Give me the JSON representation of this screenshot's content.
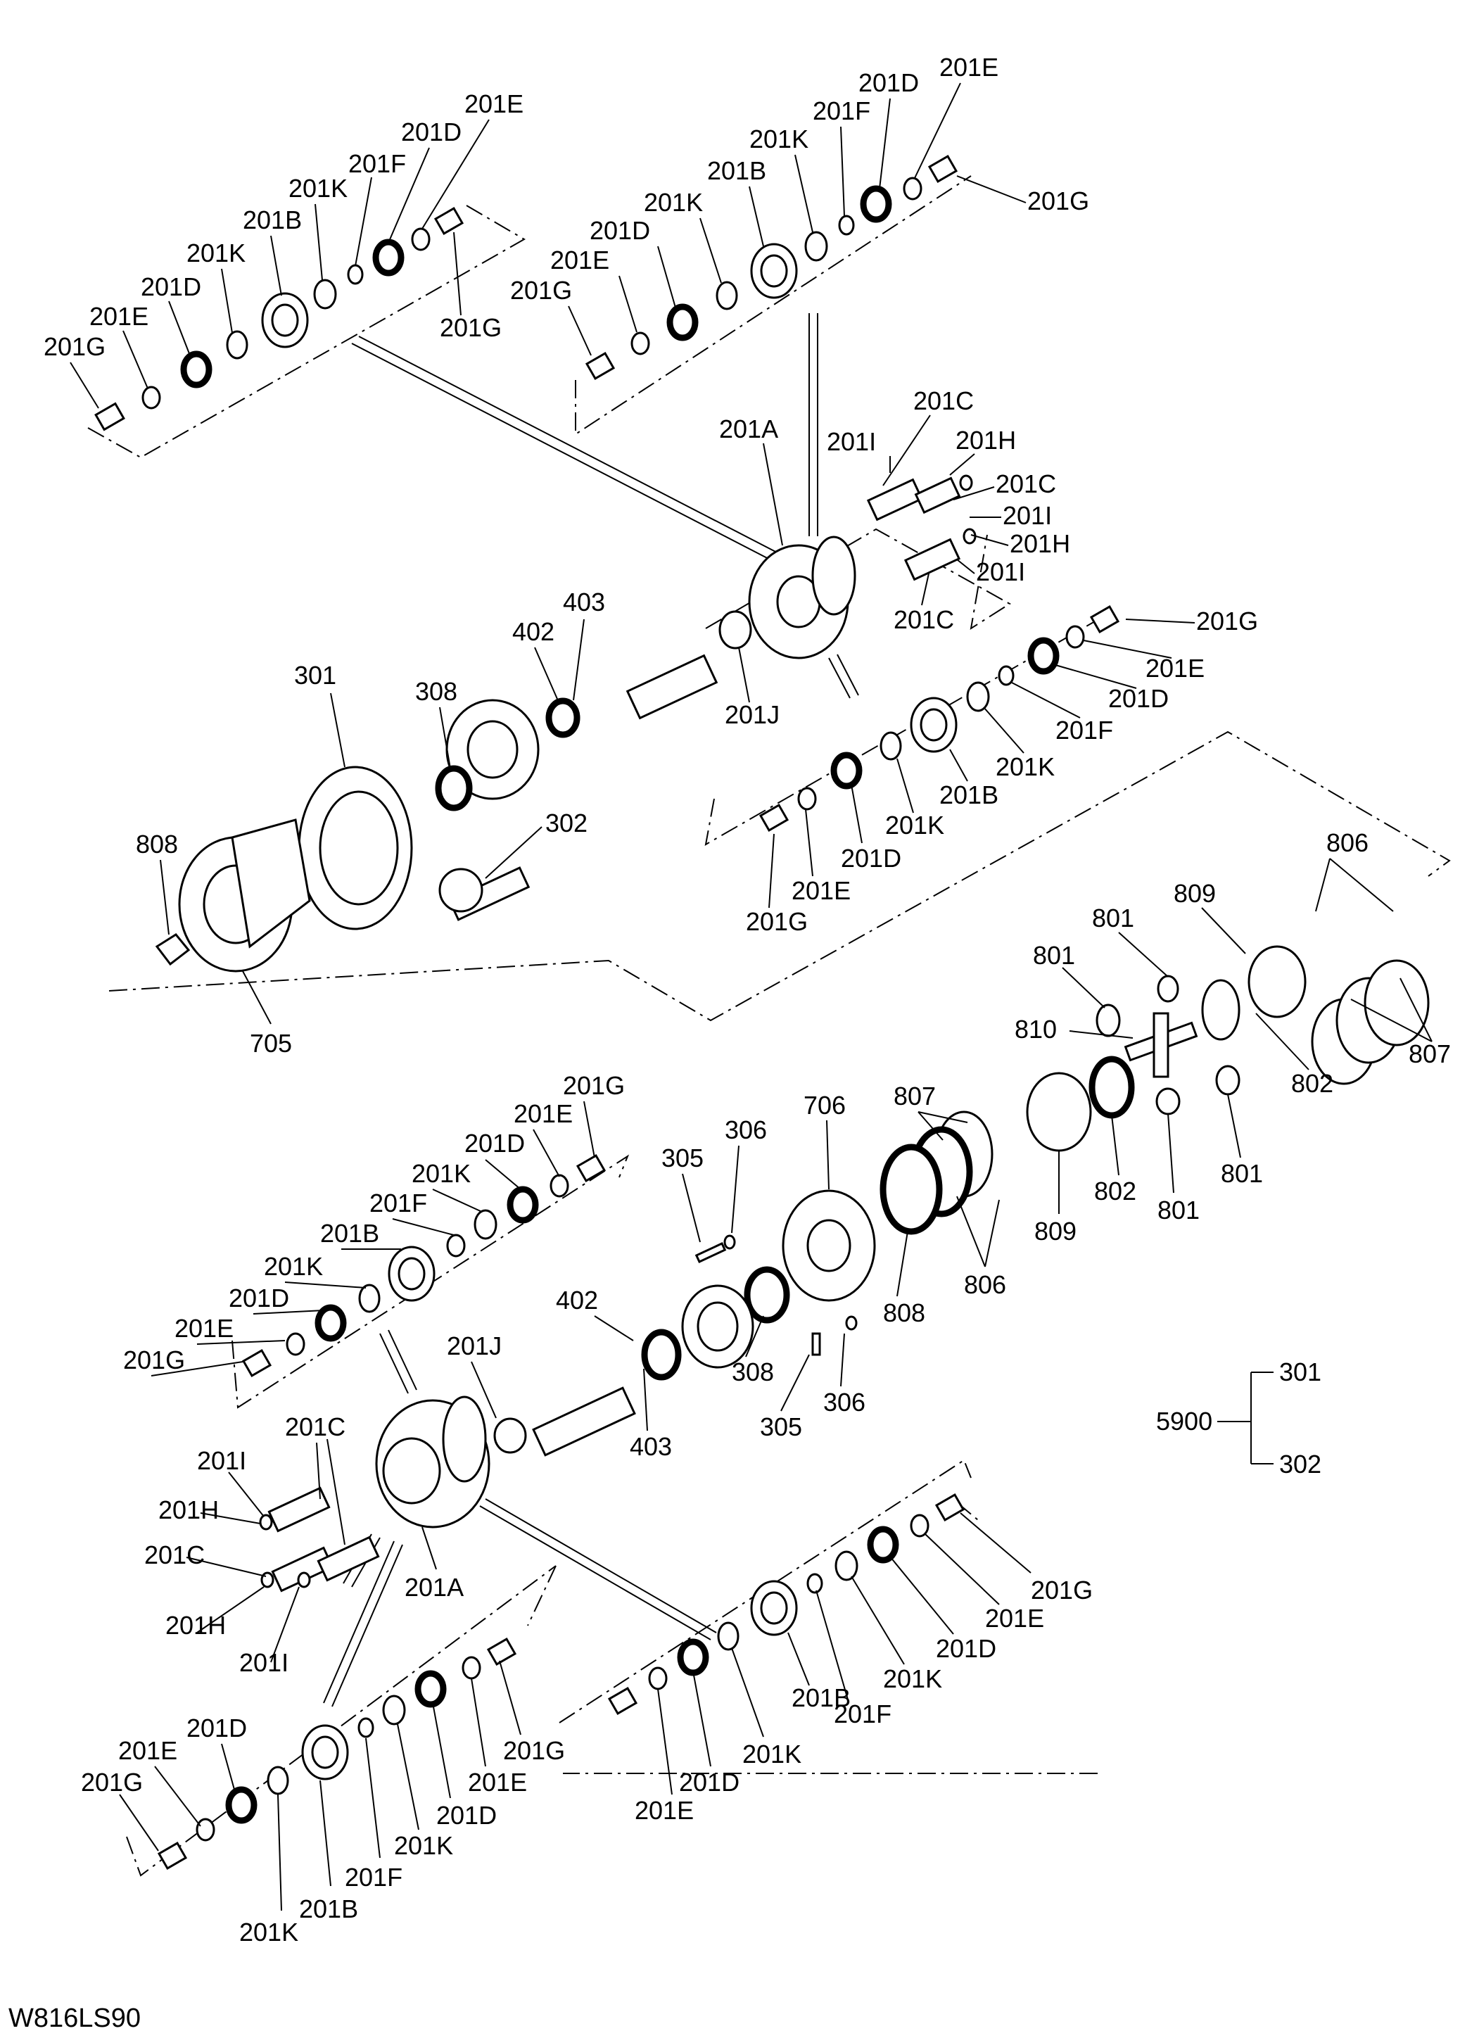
{
  "diagram_code": "W816LS90",
  "callouts": {
    "c1": "201E",
    "c2": "201D",
    "c3": "201F",
    "c4": "201K",
    "c5": "201B",
    "c6": "201K",
    "c7": "201D",
    "c8": "201E",
    "c9": "201G",
    "c10": "201G",
    "c11": "201E",
    "c12": "201D",
    "c13": "201F",
    "c14": "201K",
    "c15": "201B",
    "c16": "201K",
    "c17": "201D",
    "c18": "201E",
    "c19": "201G",
    "c20": "201G",
    "c21": "201C",
    "c22": "201A",
    "c23": "201I",
    "c24": "201H",
    "c25": "201C",
    "c26": "201I",
    "c27": "201H",
    "c28": "201I",
    "c29": "201C",
    "c30": "201G",
    "c31": "201E",
    "c32": "201D",
    "c33": "201F",
    "c34": "201K",
    "c35": "201B",
    "c36": "201K",
    "c37": "201D",
    "c38": "201E",
    "c39": "201G",
    "c40": "201J",
    "c41": "403",
    "c42": "402",
    "c43": "301",
    "c44": "308",
    "c45": "302",
    "c46": "808",
    "c47": "705",
    "c48": "806",
    "c49": "809",
    "c50": "801",
    "c51": "801",
    "c52": "810",
    "c53": "802",
    "c54": "807",
    "c55": "802",
    "c56": "801",
    "c57": "801",
    "c58": "809",
    "c59": "807",
    "c60": "806",
    "c61": "706",
    "c62": "808",
    "c63": "306",
    "c64": "305",
    "c65": "201G",
    "c66": "201E",
    "c67": "201D",
    "c68": "201K",
    "c69": "201F",
    "c70": "201B",
    "c71": "201K",
    "c72": "201D",
    "c73": "201E",
    "c74": "201G",
    "c75": "402",
    "c76": "403",
    "c77": "308",
    "c78": "305",
    "c79": "306",
    "c80": "201J",
    "c81": "201C",
    "c82": "201I",
    "c83": "201H",
    "c84": "201C",
    "c85": "201H",
    "c86": "201I",
    "c87": "201A",
    "c88": "201G",
    "c89": "201E",
    "c90": "201D",
    "c91": "201K",
    "c92": "201B",
    "c93": "201F",
    "c94": "201K",
    "c95": "201D",
    "c96": "201E",
    "c97": "201G",
    "c98": "201E",
    "c99": "201D",
    "c100": "201K",
    "c101": "201F",
    "c102": "201B",
    "c103": "201K",
    "c104": "201D",
    "c105": "201E",
    "c106": "201G"
  },
  "assembly": {
    "number": "5900",
    "parts": [
      "301",
      "302"
    ]
  }
}
